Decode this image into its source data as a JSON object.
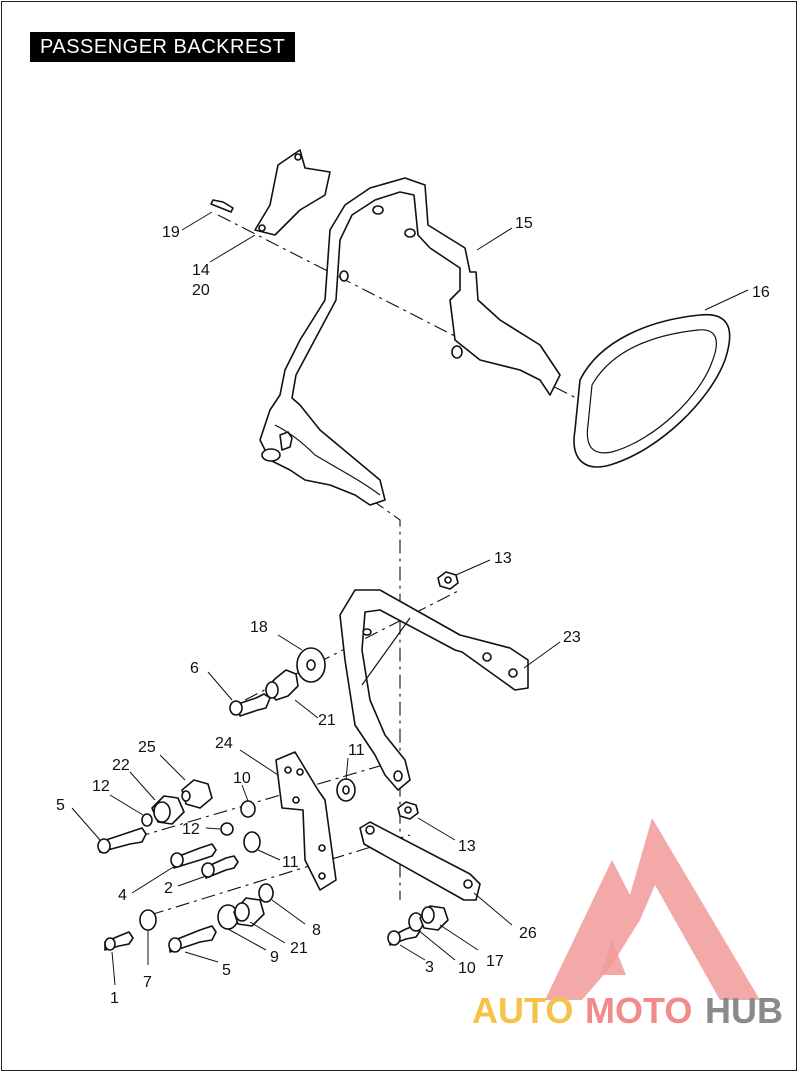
{
  "page": {
    "title": "PASSENGER BACKREST"
  },
  "callouts": [
    {
      "id": "c19",
      "text": "19"
    },
    {
      "id": "c14",
      "text": "14"
    },
    {
      "id": "c20",
      "text": "20"
    },
    {
      "id": "c15",
      "text": "15"
    },
    {
      "id": "c16",
      "text": "16"
    },
    {
      "id": "c13a",
      "text": "13"
    },
    {
      "id": "c18",
      "text": "18"
    },
    {
      "id": "c23",
      "text": "23"
    },
    {
      "id": "c6",
      "text": "6"
    },
    {
      "id": "c21a",
      "text": "21"
    },
    {
      "id": "c24",
      "text": "24"
    },
    {
      "id": "c25",
      "text": "25"
    },
    {
      "id": "c22",
      "text": "22"
    },
    {
      "id": "c10a",
      "text": "10"
    },
    {
      "id": "c11a",
      "text": "11"
    },
    {
      "id": "c12a",
      "text": "12"
    },
    {
      "id": "c5a",
      "text": "5"
    },
    {
      "id": "c12b",
      "text": "12"
    },
    {
      "id": "c11b",
      "text": "11"
    },
    {
      "id": "c13b",
      "text": "13"
    },
    {
      "id": "c4",
      "text": "4"
    },
    {
      "id": "c2",
      "text": "2"
    },
    {
      "id": "c8",
      "text": "8"
    },
    {
      "id": "c26",
      "text": "26"
    },
    {
      "id": "c21b",
      "text": "21"
    },
    {
      "id": "c9",
      "text": "9"
    },
    {
      "id": "c3",
      "text": "3"
    },
    {
      "id": "c10b",
      "text": "10"
    },
    {
      "id": "c17",
      "text": "17"
    },
    {
      "id": "c5b",
      "text": "5"
    },
    {
      "id": "c7",
      "text": "7"
    },
    {
      "id": "c1",
      "text": "1"
    }
  ],
  "watermark": {
    "part1": "AUTO",
    "part2": "MOTO",
    "part3": "HUB",
    "colors": {
      "triangle": "#f29a9a",
      "auto": "#f7c24a",
      "moto": "#f28b8b",
      "hub": "#8a8a8a"
    }
  }
}
